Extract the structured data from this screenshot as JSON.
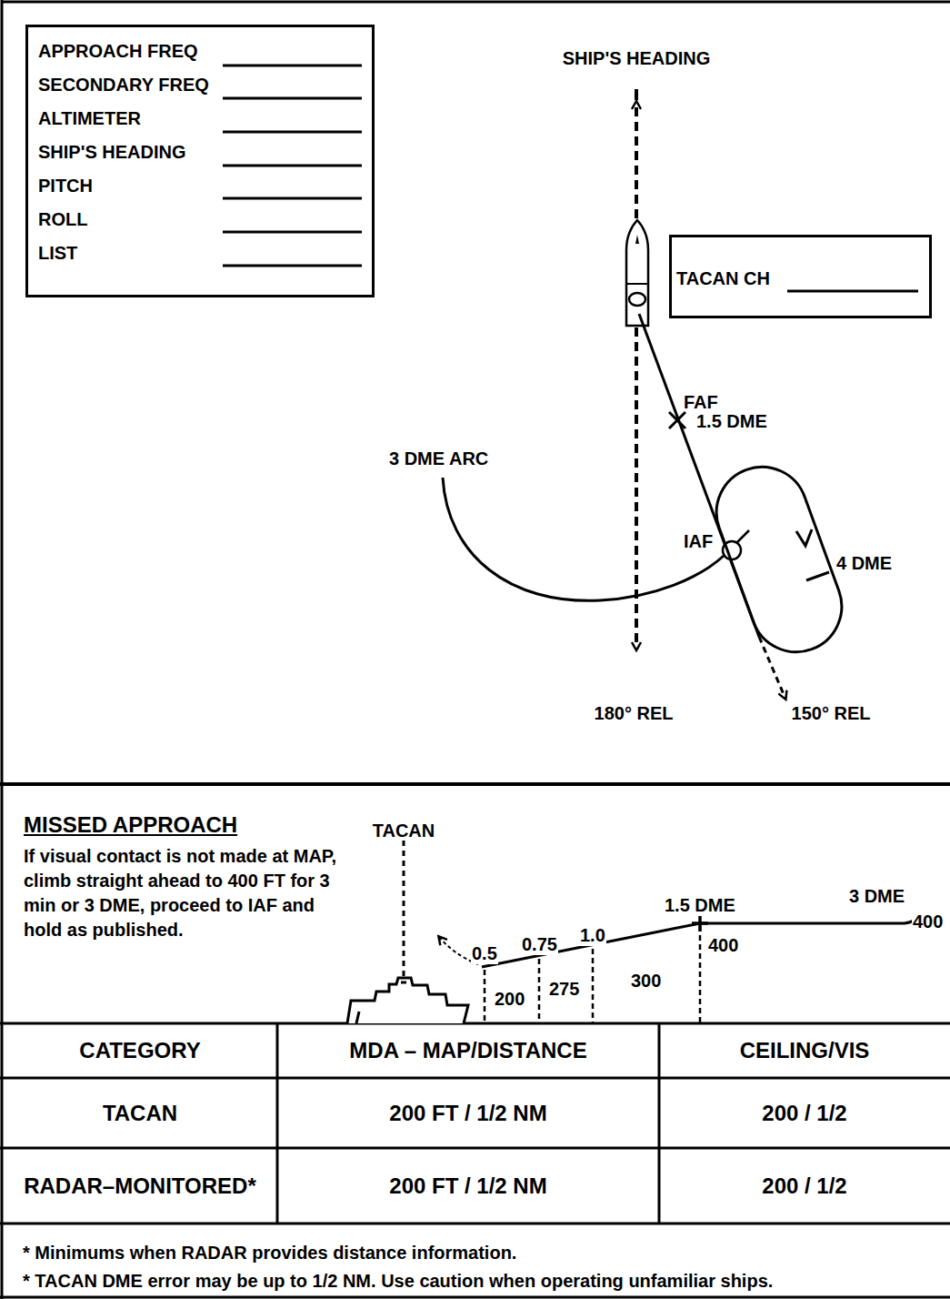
{
  "diagram": {
    "nodes": [
      {
        "text": [
          "APPROACH FREQ",
          "SECONDARY FREQ",
          "ALTIMETER",
          "SHIP'S HEADING",
          "PITCH",
          "ROLL",
          "LIST"
        ]
      },
      {
        "text": [
          "TACAN CH"
        ]
      },
      {
        "text": [
          "CATEGORY"
        ]
      },
      {
        "text": [
          "MDA – MAP/DISTANCE"
        ]
      },
      {
        "text": [
          "CEILING/VIS"
        ]
      },
      {
        "text": [
          "TACAN"
        ]
      },
      {
        "text": [
          "200 FT / 1/2 NM"
        ]
      },
      {
        "text": [
          "200 / 1/2"
        ]
      },
      {
        "text": [
          "RADAR–MONITORED*"
        ]
      },
      {
        "text": [
          "200 FT / 1/2 NM"
        ]
      },
      {
        "text": [
          "200 / 1/2"
        ]
      }
    ],
    "labels": [
      "SHIP'S HEADING",
      "FAF",
      "1.5 DME",
      "3 DME ARC",
      "IAF",
      "4 DME",
      "180° REL",
      "150° REL",
      "MISSED APPROACH",
      "If visual contact is not made at MAP, climb straight ahead to 400 FT for 3 min or 3 DME, proceed to IAF and hold as published.",
      "TACAN",
      "0.5",
      "0.75",
      "1.0",
      "200",
      "275",
      "300",
      "1.5 DME",
      "400",
      "3 DME",
      "400",
      "* Minimums when RADAR provides distance information.",
      "* TACAN DME error may be up to 1/2 NM. Use caution when operating unfamiliar ships."
    ]
  }
}
